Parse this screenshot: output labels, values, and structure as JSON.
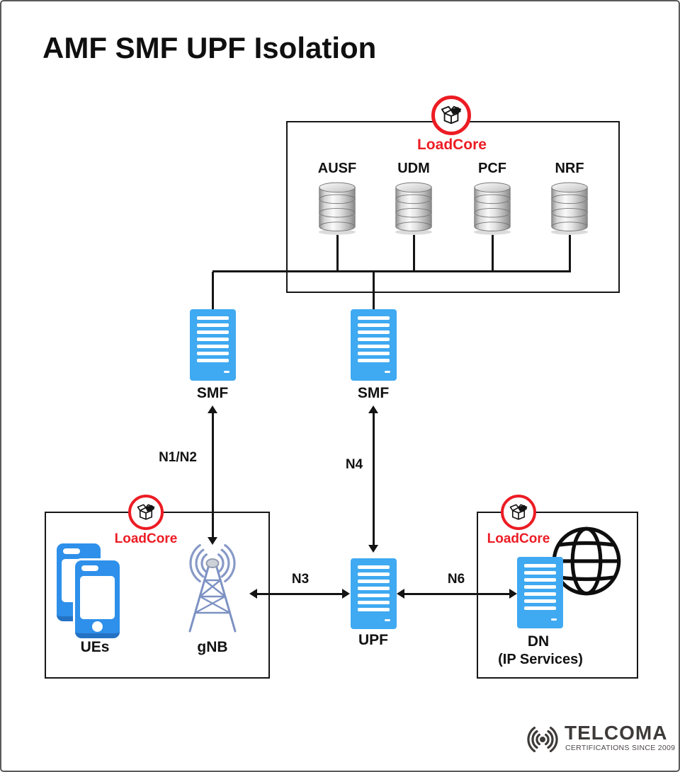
{
  "title": "AMF SMF UPF Isolation",
  "badge": {
    "label": "LoadCore"
  },
  "repo": {
    "databases": [
      {
        "label": "AUSF"
      },
      {
        "label": "UDM"
      },
      {
        "label": "PCF"
      },
      {
        "label": "NRF"
      }
    ]
  },
  "nodes": {
    "smf_left": {
      "label": "SMF"
    },
    "smf_right": {
      "label": "SMF"
    },
    "upf": {
      "label": "UPF"
    },
    "ues": {
      "label": "UEs"
    },
    "gnb": {
      "label": "gNB"
    },
    "dn": {
      "label": "DN",
      "sublabel": "(IP Services)"
    }
  },
  "links": {
    "n1n2": {
      "label": "N1/N2"
    },
    "n4": {
      "label": "N4"
    },
    "n3": {
      "label": "N3"
    },
    "n6": {
      "label": "N6"
    }
  },
  "footer": {
    "brand": "TELCOMA",
    "tagline": "CERTIFICATIONS SINCE 2009"
  },
  "colors": {
    "server_blue": "#3FA9F1",
    "phone_blue": "#2E90EA",
    "brand_red": "#EC1C24",
    "tower_blue": "#7D92C3",
    "line_black": "#141414"
  }
}
